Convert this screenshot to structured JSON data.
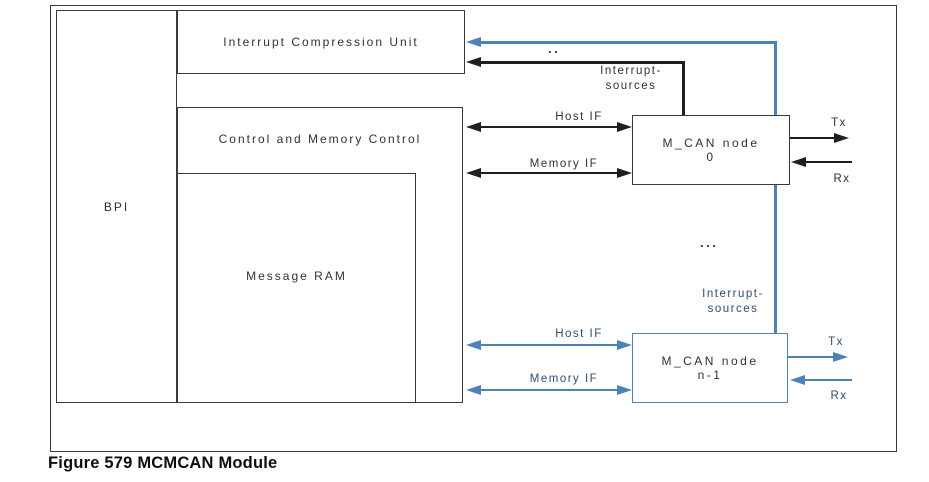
{
  "figure": {
    "caption": "Figure 579  MCMCAN Module"
  },
  "blocks": {
    "bpi": {
      "label": "BPI"
    },
    "icu": {
      "label": "Interrupt Compression Unit"
    },
    "control": {
      "label": "Control and Memory Control"
    },
    "message_ram": {
      "label": "Message RAM"
    },
    "node0": {
      "line1": "M_CAN node",
      "line2": "0"
    },
    "node_n1": {
      "line1": "M_CAN node",
      "line2": "n-1"
    }
  },
  "labels": {
    "interrupt_top": {
      "line1": "Interrupt-",
      "line2": "sources"
    },
    "interrupt_bottom": {
      "line1": "Interrupt-",
      "line2": "sources"
    },
    "host_if_top": "Host IF",
    "memory_if_top": "Memory IF",
    "host_if_bottom": "Host IF",
    "memory_if_bottom": "Memory IF",
    "tx_top": "Tx",
    "rx_top": "Rx",
    "tx_bottom": "Tx",
    "rx_bottom": "Rx",
    "dots_top": "..",
    "dots_middle": "..."
  },
  "colors": {
    "black_line": "#1f1f1f",
    "blue_line": "#4d82b8",
    "frame_gray": "#3a3a3a",
    "dark_text": "#2e3338",
    "navy_text": "#2d4d70"
  }
}
